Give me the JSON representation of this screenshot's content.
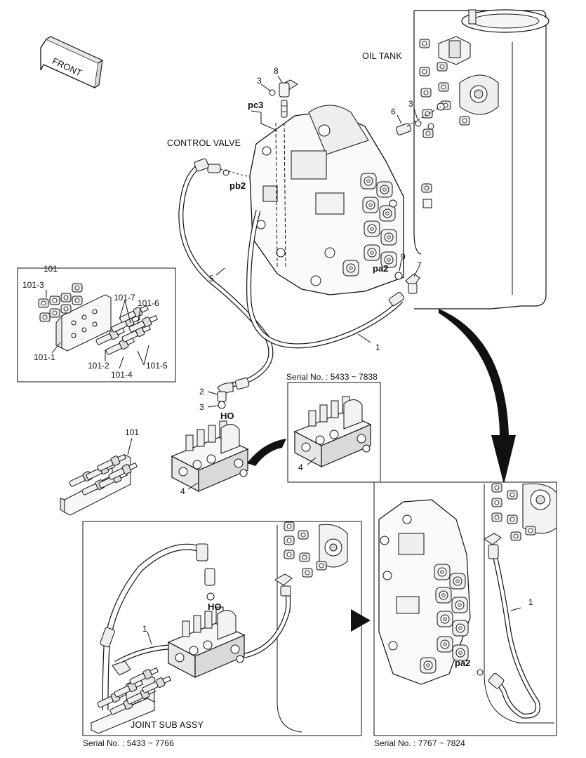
{
  "labels": {
    "front": "FRONT",
    "oil_tank": "OIL TANK",
    "control_valve": "CONTROL VALVE",
    "pc3": "pc3",
    "pb2": "pb2",
    "pa2": "pa2",
    "pa2_inset": "pa2",
    "ho_main": "HO",
    "ho_inset": "HO",
    "joint_sub_assy": "JOINT SUB ASSY"
  },
  "callouts": {
    "n3_top": "3",
    "n8": "8",
    "n6": "6",
    "n3_tank": "3",
    "n9": "9",
    "n7": "7",
    "n5": "5",
    "n1_main": "1",
    "n2": "2",
    "n3_ho": "3",
    "n4_main": "4",
    "n4_inset": "4",
    "n101_box": "101",
    "n101_3": "101-3",
    "n101_7": "101-7",
    "n101_6": "101-6",
    "n101_1": "101-1",
    "n101_2": "101-2",
    "n101_4": "101-4",
    "n101_5": "101-5",
    "n101_loose": "101",
    "n1_left_inset": "1",
    "n1_right_inset": "1"
  },
  "serials": {
    "upper_inset": "Serial No. : 5433 ~ 7838",
    "lower_left": "Serial No. : 5433 ~ 7766",
    "lower_right": "Serial No. : 7767 ~ 7824"
  }
}
